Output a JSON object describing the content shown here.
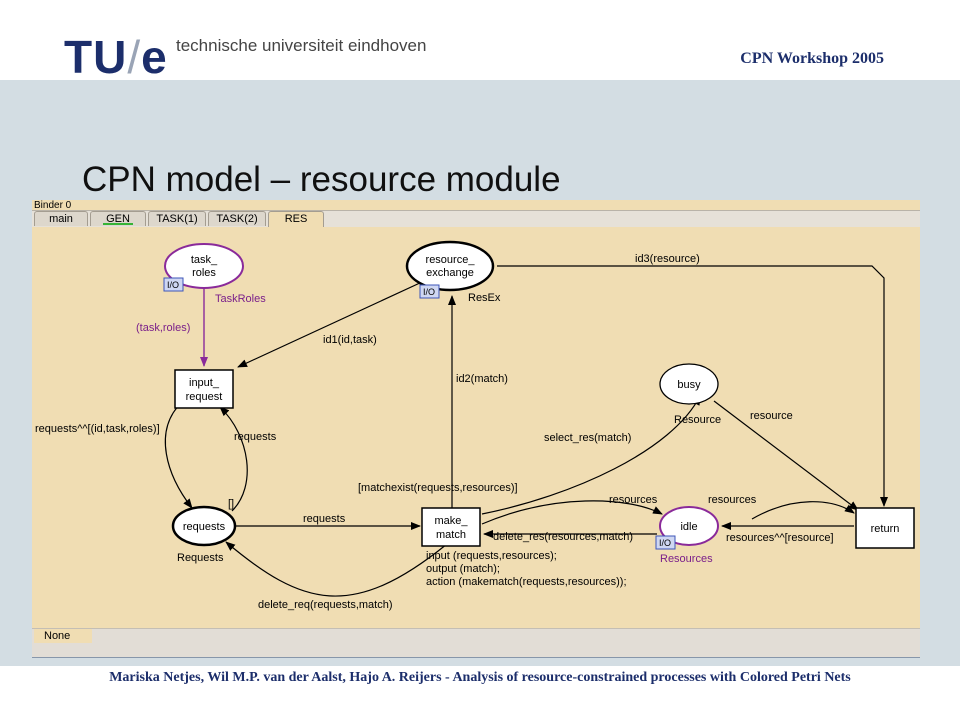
{
  "header": {
    "logo_text_a": "TU",
    "logo_slash": "/",
    "logo_text_b": "e",
    "university": "technische universiteit eindhoven",
    "event": "CPN Workshop 2005"
  },
  "slide_title": "CPN model – resource module",
  "binder": {
    "label": "Binder 0",
    "tabs": [
      "main",
      "GEN",
      "TASK(1)",
      "TASK(2)",
      "RES"
    ],
    "active_tab": "RES",
    "status": "None"
  },
  "net": {
    "places": {
      "task_roles": {
        "line1": "task_",
        "line2": "roles",
        "type": "TaskRoles",
        "port": "I/O"
      },
      "resource_exchange": {
        "line1": "resource_",
        "line2": "exchange",
        "type": "ResEx",
        "port": "I/O"
      },
      "busy": {
        "label": "busy",
        "type": "Resource"
      },
      "requests": {
        "label": "requests",
        "type": "Requests"
      },
      "idle": {
        "label": "idle",
        "type": "Resources",
        "port": "I/O"
      }
    },
    "transitions": {
      "input_request": {
        "line1": "input_",
        "line2": "request"
      },
      "make_match": {
        "line1": "make_",
        "line2": "match"
      },
      "return": {
        "label": "return"
      }
    },
    "arc_labels": {
      "id3": "id3(resource)",
      "task_roles_arc": "(task,roles)",
      "id1": "id1(id,task)",
      "id2": "id2(match)",
      "requests_append": "requests^^[(id,task,roles)]",
      "requests_back": "requests",
      "empty_list": "[]",
      "select_res": "select_res(match)",
      "resource": "resource",
      "guard": "[matchexist(requests,resources)]",
      "requests_mm": "requests",
      "resources_a": "resources",
      "resources_b": "resources",
      "delete_res": "delete_res(resources,match)",
      "resources_append": "resources^^[resource]",
      "code_input": "input (requests,resources);",
      "code_output": "output (match);",
      "code_action": "action (makematch(requests,resources));",
      "delete_req": "delete_req(requests,match)"
    }
  },
  "footer": "Mariska Netjes, Wil M.P. van der Aalst, Hajo A. Reijers - Analysis of resource-constrained processes with Colored Petri Nets",
  "colors": {
    "brand": "#1c2e6b",
    "canvas": "#f0ddb3",
    "port": "#7a1f8a",
    "slide": "#d3dde3"
  }
}
